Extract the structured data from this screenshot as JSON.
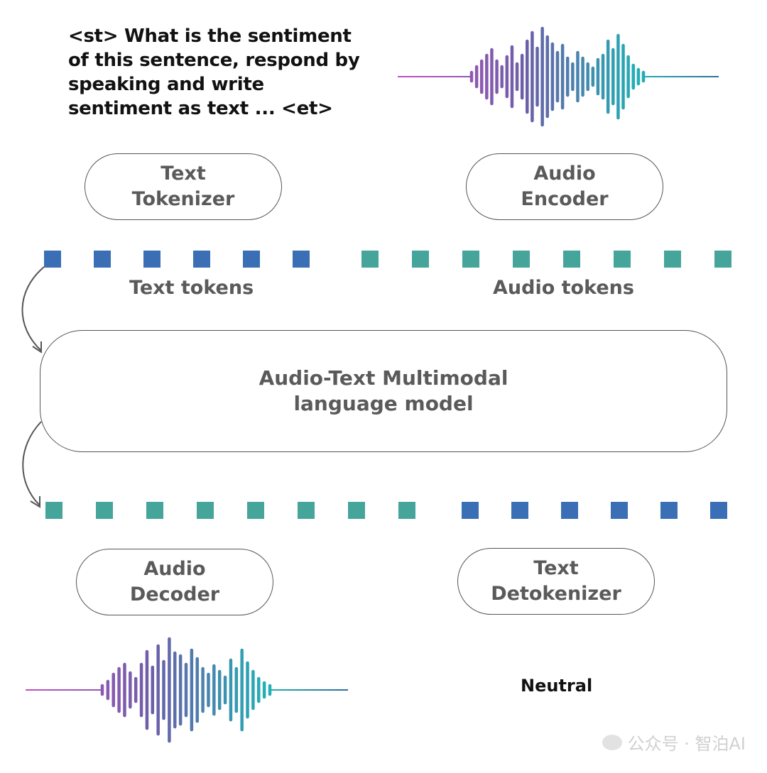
{
  "prompt_text": "<st> What is the sentiment of this sentence, respond by speaking and write sentiment as text ... <et>",
  "boxes": {
    "text_tokenizer": [
      "Text",
      "Tokenizer"
    ],
    "audio_encoder": [
      "Audio",
      "Encoder"
    ],
    "model": [
      "Audio-Text Multimodal",
      "language model"
    ],
    "audio_decoder": [
      "Audio",
      "Decoder"
    ],
    "text_detokenizer": [
      "Text",
      "Detokenizer"
    ]
  },
  "labels": {
    "text_tokens": "Text tokens",
    "audio_tokens": "Audio tokens"
  },
  "output_text": "Neutral",
  "watermark": "公众号 · 智泊AI",
  "colors": {
    "text_token": "#3a6fb5",
    "audio_token": "#45a59b",
    "wave_start": "#b545b5",
    "wave_mid": "#6b5fa8",
    "wave_end": "#2aa8b0",
    "line_end": "#2d6f9a"
  },
  "token_rows": {
    "top": {
      "text_count": 6,
      "audio_count": 8
    },
    "bottom": {
      "audio_count": 8,
      "text_count": 6
    }
  }
}
